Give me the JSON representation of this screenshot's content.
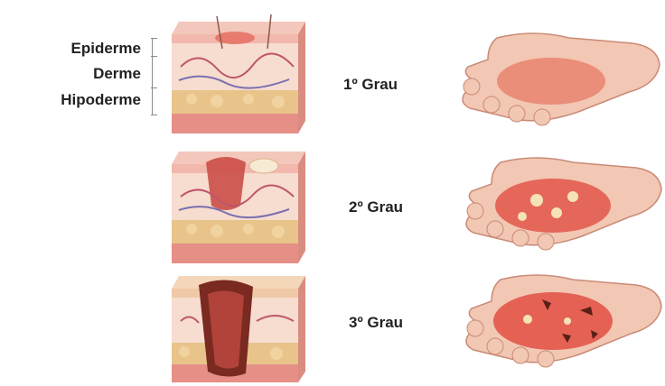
{
  "layers": {
    "epiderme": "Epiderme",
    "derme": "Derme",
    "hipoderme": "Hipoderme"
  },
  "grades": [
    {
      "label": "1º Grau"
    },
    {
      "label": "2º Grau"
    },
    {
      "label": "3º Grau"
    }
  ],
  "colors": {
    "epidermis": "#f2b8ad",
    "dermis": "#f6d9c9",
    "fat": "#e8c48a",
    "base": "#e58f87",
    "skin_hand": "#f2c7b3",
    "burn_red": "#e0473c",
    "char": "#5a1f16"
  }
}
